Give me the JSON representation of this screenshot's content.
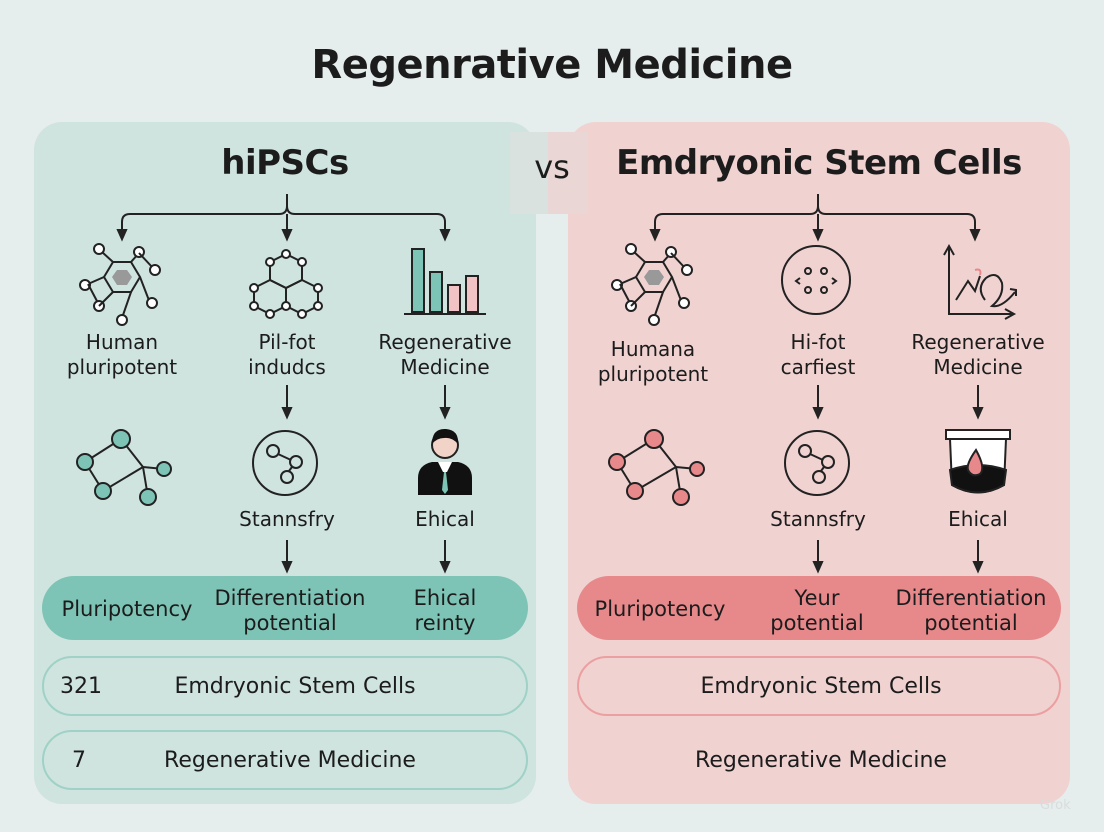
{
  "title": "Regenrative Medicine",
  "vs_label": "vs",
  "watermark": "Grok",
  "left": {
    "title": "hiPSCs",
    "col1_label": [
      "Human",
      "pluripotent"
    ],
    "col2_label": [
      "Pil-fot",
      "indudcs"
    ],
    "col3_label": [
      "Regenerative",
      "Medicine"
    ],
    "col2_sub": "Stannsfry",
    "col3_sub": "Ehical",
    "pill": {
      "c1": "Pluripotency",
      "c2": [
        "Differentiation",
        "potential"
      ],
      "c3": [
        "Ehical",
        "reinty"
      ]
    },
    "rows": [
      {
        "num": "321",
        "label": "Emdryonic Stem Cells"
      },
      {
        "num": "7",
        "label": "Regenerative Medicine"
      }
    ],
    "accent": "#7ec4b6"
  },
  "right": {
    "title": "Emdryonic Stem Cells",
    "col1_label": [
      "Humana",
      "pluripotent"
    ],
    "col2_label": [
      "Hi-fot",
      "carfiest"
    ],
    "col3_label": [
      "Regenerative",
      "Medicine"
    ],
    "col2_sub": "Stannsfry",
    "col3_sub": "Ehical",
    "pill": {
      "c1": "Pluripotency",
      "c2": [
        "Yeur",
        "potential"
      ],
      "c3": [
        "Differentiation",
        "potential"
      ]
    },
    "rows": [
      {
        "label": "Emdryonic Stem Cells"
      },
      {
        "label": "Regenerative Medicine"
      }
    ],
    "accent": "#e7888b"
  },
  "icons": {
    "left": [
      "molecule-icon",
      "hexagon-network-icon",
      "bar-chart-icon",
      "network-graph-icon",
      "cell-circle-icon",
      "person-icon"
    ],
    "right": [
      "molecule-icon",
      "cell-dots-icon",
      "growth-chart-icon",
      "network-graph-icon",
      "cell-circle-icon",
      "container-drop-icon"
    ]
  }
}
